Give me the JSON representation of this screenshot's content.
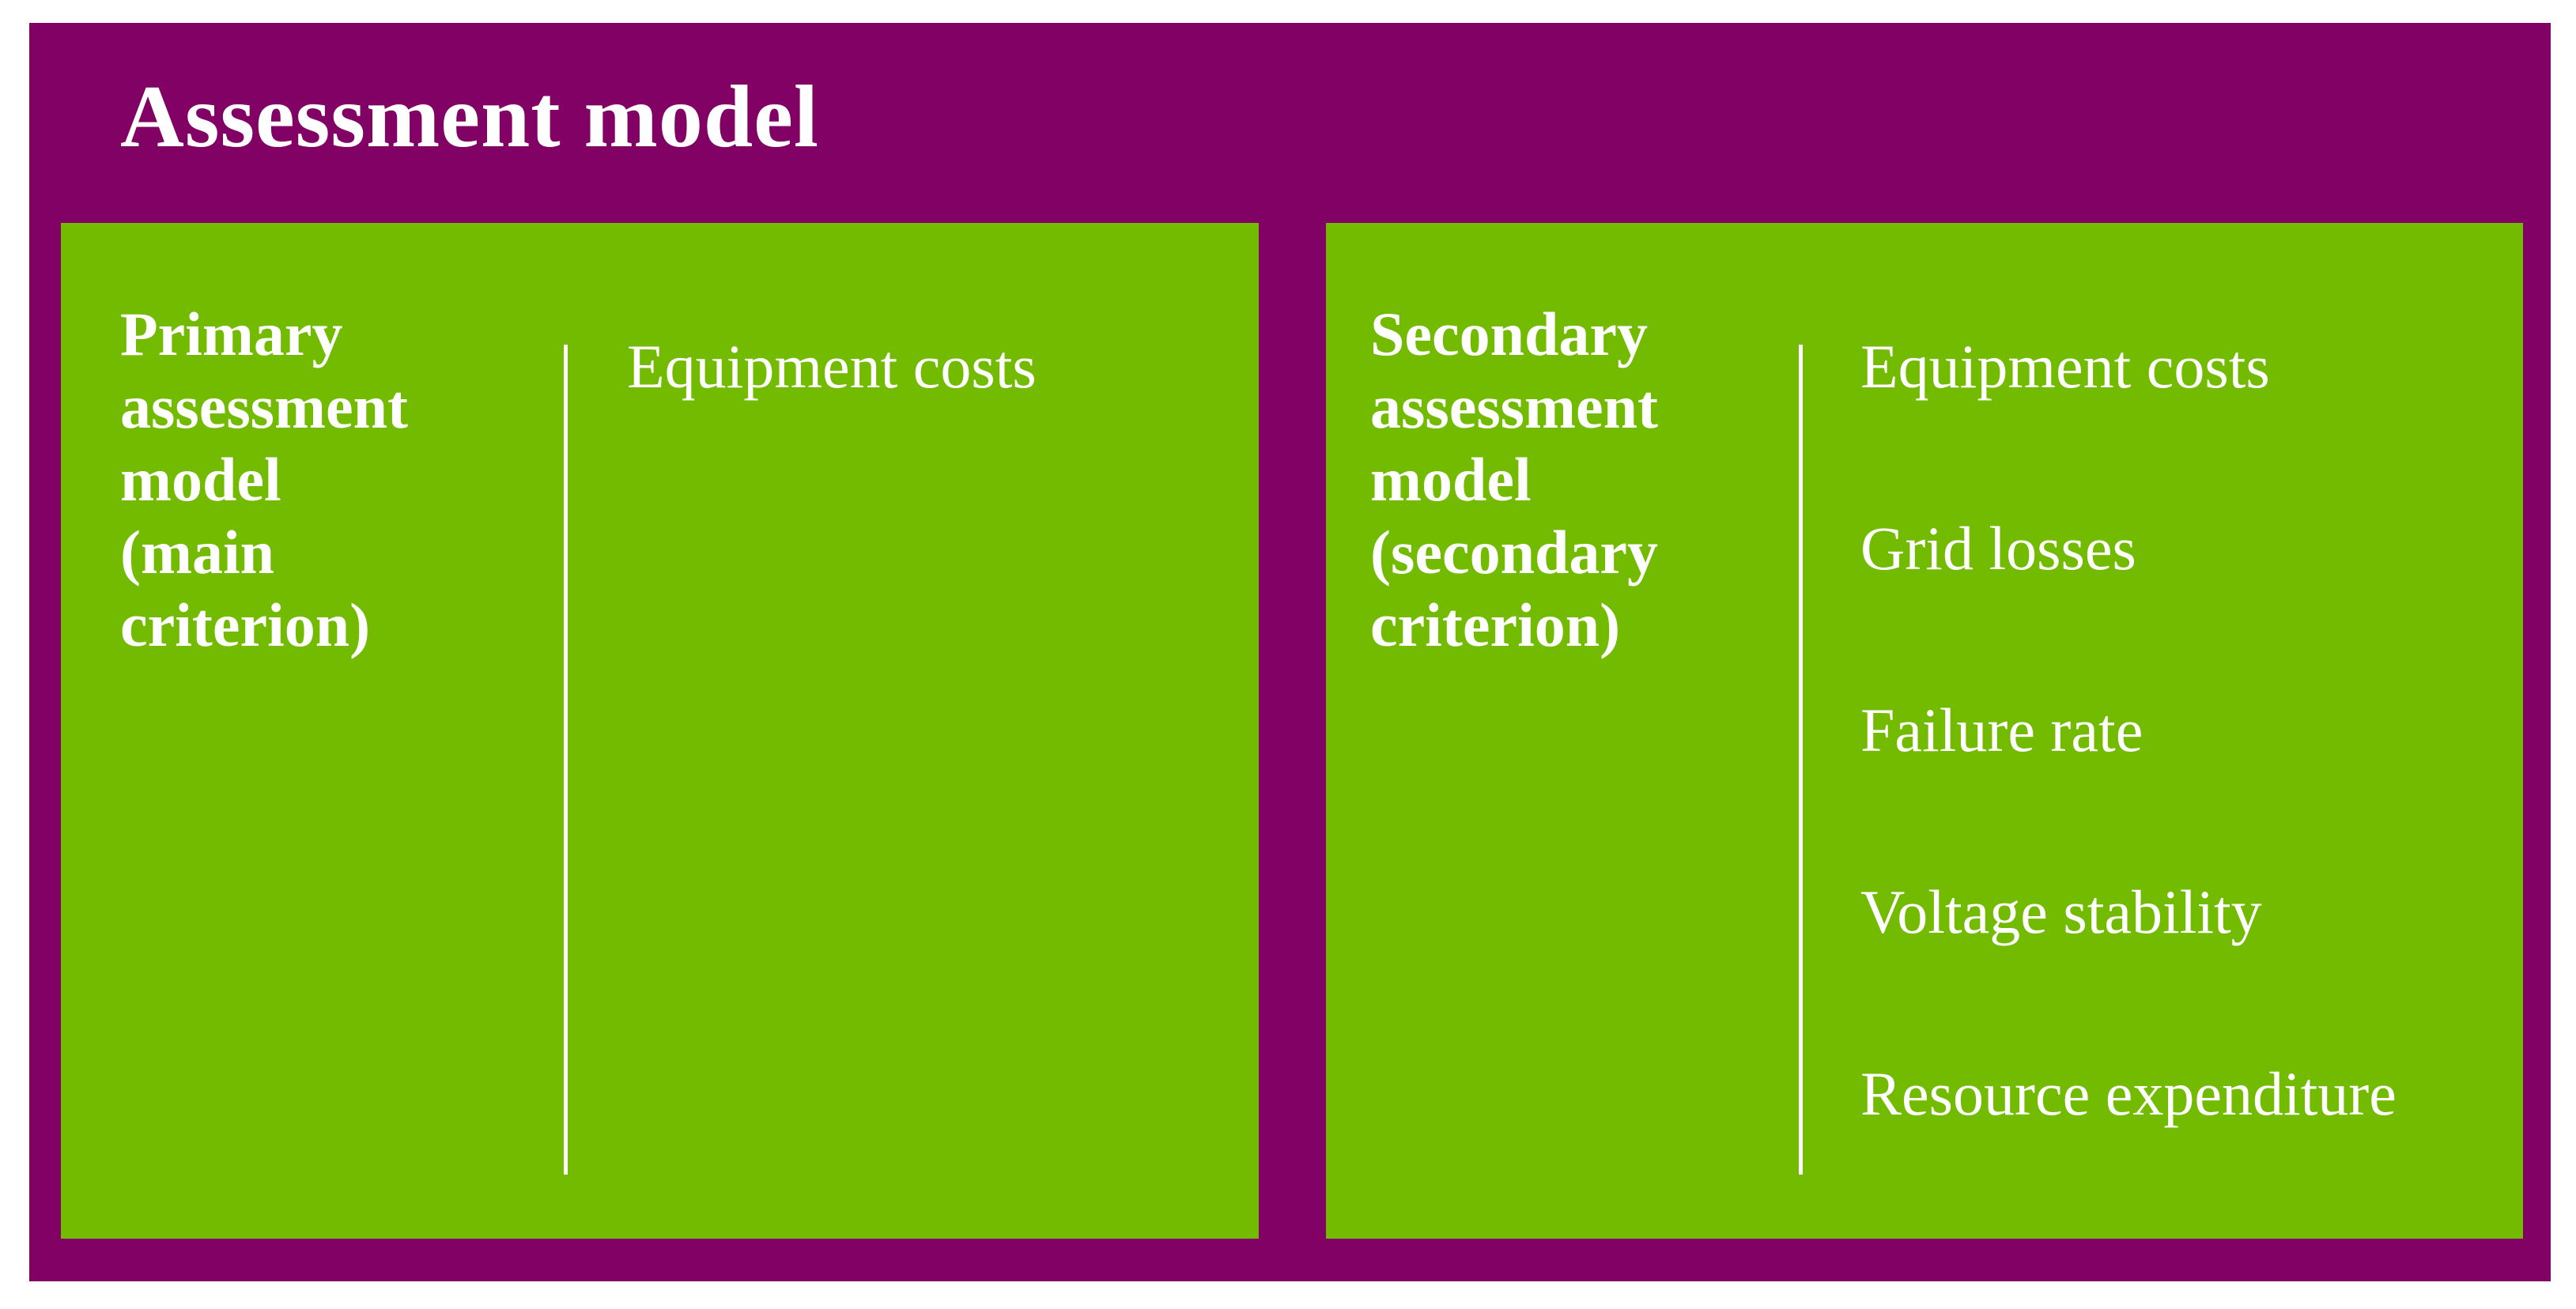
{
  "figure": {
    "title": "Assessment model"
  },
  "colors": {
    "page_background": "#ffffff",
    "frame_purple": "#820164",
    "panel_green": "#72BB01",
    "text_white": "#ffffff"
  },
  "panels": [
    {
      "name": "primary",
      "heading_lines": [
        "Primary",
        "assessment",
        "model",
        "(main",
        "criterion)"
      ],
      "items": [
        "Equipment costs"
      ]
    },
    {
      "name": "secondary",
      "heading_lines": [
        "Secondary",
        "assessment",
        "model",
        "(secondary",
        "criterion)"
      ],
      "items": [
        "Equipment costs",
        "Grid losses",
        "Failure rate",
        "Voltage stability",
        "Resource expenditure"
      ]
    }
  ]
}
